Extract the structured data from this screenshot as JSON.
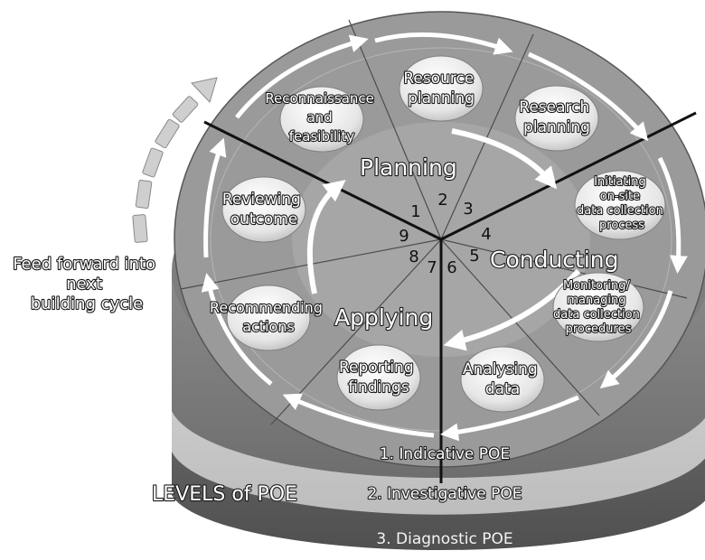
{
  "diagram": {
    "phases": {
      "planning": "Planning",
      "conducting": "Conducting",
      "applying": "Applying"
    },
    "steps": [
      {
        "number": "1",
        "label": [
          "Reconnaissance",
          "and",
          "feasibility"
        ]
      },
      {
        "number": "2",
        "label": [
          "Resource",
          "planning"
        ]
      },
      {
        "number": "3",
        "label": [
          "Research",
          "planning"
        ]
      },
      {
        "number": "4",
        "label": [
          "Initiating",
          "on-site",
          "data collection",
          "process"
        ]
      },
      {
        "number": "5",
        "label": [
          "Monitoring/",
          "managing",
          "data collection",
          "procedures"
        ]
      },
      {
        "number": "6",
        "label": [
          "Analysing",
          "data"
        ]
      },
      {
        "number": "7",
        "label": [
          "Reporting",
          "findings"
        ]
      },
      {
        "number": "8",
        "label": [
          "Recommending",
          "actions"
        ]
      },
      {
        "number": "9",
        "label": [
          "Reviewing",
          "outcome"
        ]
      }
    ],
    "feed_forward": [
      "Feed forward into",
      "next",
      "building cycle"
    ],
    "levels_title": "LEVELS of POE",
    "levels": [
      "1. Indicative POE",
      "2. Investigative POE",
      "3. Diagnostic POE"
    ]
  }
}
